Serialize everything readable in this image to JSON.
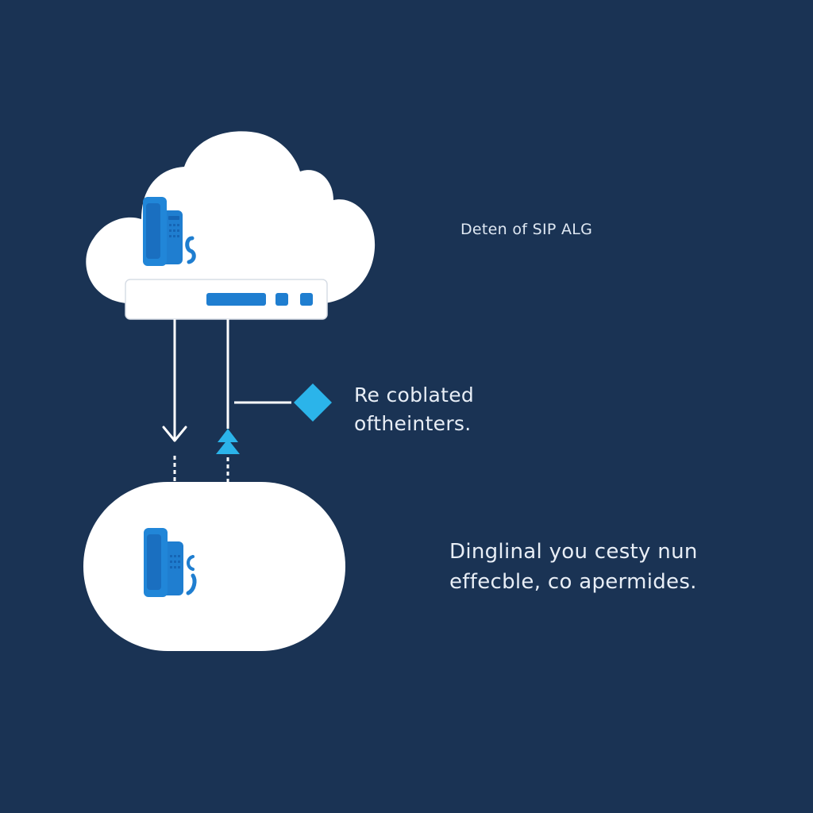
{
  "diagram": {
    "title": "Deten of SIP ALG",
    "middle_label": {
      "line1": "Re coblated",
      "line2": "oftheinters."
    },
    "bottom_label": {
      "line1": "Dinglinal you cesty nun",
      "line2": "effecble, co apermides."
    },
    "nodes": [
      {
        "id": "cloud",
        "shape": "cloud",
        "icons": [
          "desk-phone-icon"
        ],
        "contains": "router"
      },
      {
        "id": "router",
        "shape": "rounded-rect",
        "indicators": 3
      },
      {
        "id": "local-network",
        "shape": "pill",
        "icons": [
          "desk-phone-icon"
        ]
      },
      {
        "id": "alg-marker",
        "shape": "diamond"
      }
    ],
    "edges": [
      {
        "from": "router",
        "to": "local-network",
        "direction": "down",
        "arrow": "chevron"
      },
      {
        "from": "local-network",
        "to": "router",
        "direction": "up",
        "arrow": "double-triangle"
      },
      {
        "from": "up-link",
        "to": "alg-marker",
        "style": "solid"
      }
    ],
    "colors": {
      "background": "#1a3354",
      "shape_fill": "#ffffff",
      "phone_blue": "#1f7ed0",
      "phone_dark": "#1565b5",
      "accent_cyan": "#2bb4ea",
      "text": "#e8eef6"
    }
  }
}
